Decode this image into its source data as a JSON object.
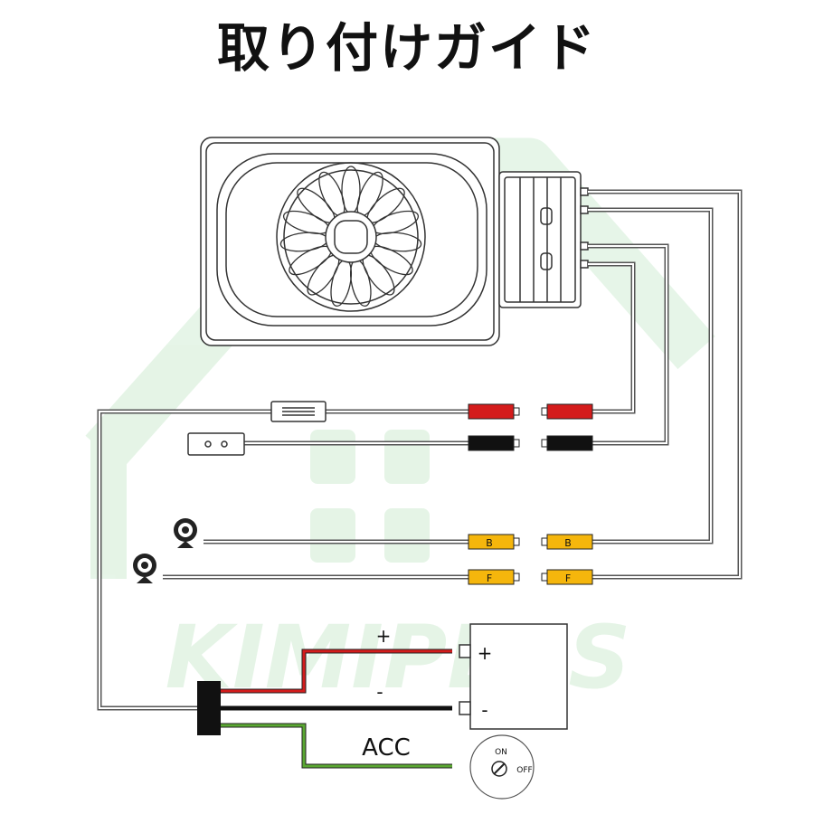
{
  "title": "取り付けガイド",
  "watermark": "KIMIPLUS",
  "connectors": {
    "rear_label": "B",
    "front_label": "F"
  },
  "battery": {
    "plus_sign": "+",
    "minus_sign": "-"
  },
  "wires": {
    "positive_label": "+",
    "negative_label": "-",
    "acc_label": "ACC"
  },
  "ignition": {
    "on_label": "ON",
    "off_label": "OFF"
  },
  "colors": {
    "red_wire": "#d41c1c",
    "black_wire": "#111111",
    "green_wire": "#5aa832",
    "yellow_connector": "#f5b60c",
    "watermark": "#3cb34a"
  }
}
